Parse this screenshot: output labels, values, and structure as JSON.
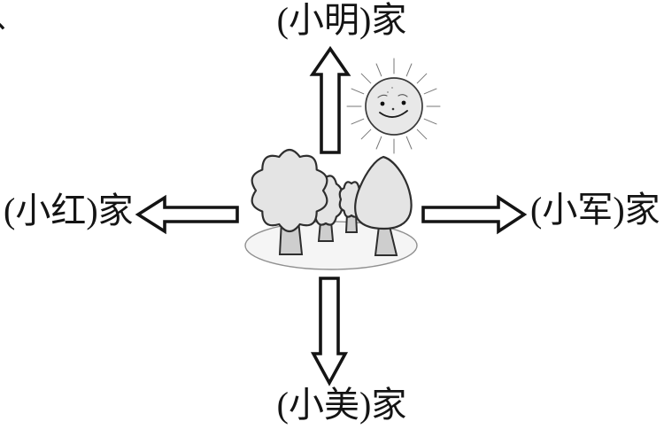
{
  "page": {
    "corner_mark": "、"
  },
  "labels": {
    "north": "(小明)家",
    "west": "(小红)家",
    "east": "(小军)家",
    "south": "(小美)家"
  },
  "icons": {
    "sun": "smiling-sun-icon",
    "trees": "tree-grove-illustration",
    "arrows": [
      "up-arrow",
      "down-arrow",
      "left-arrow",
      "right-arrow"
    ]
  },
  "colors": {
    "ink": "#141414",
    "arrow_fill": "#ffffff",
    "canopy_fill": "#e4e4e4",
    "trunk_fill": "#cecece",
    "sun_fill": "#e8e8e8",
    "ground_fill": "#f5f5f5",
    "ground_line": "#909090",
    "ray": "#777777"
  }
}
